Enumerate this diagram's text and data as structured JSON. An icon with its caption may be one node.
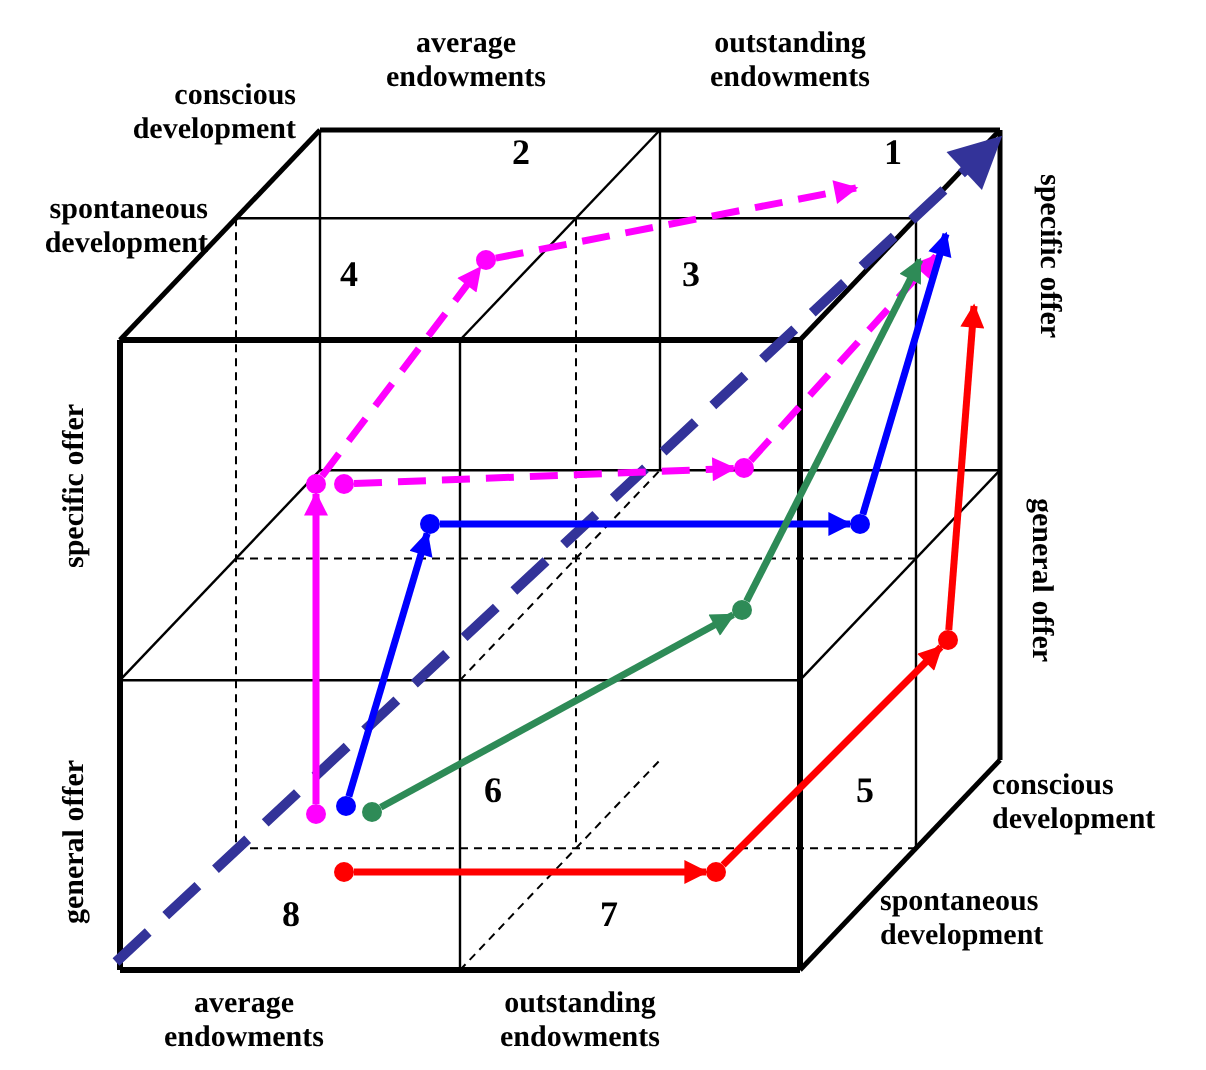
{
  "diagram": {
    "nodes": [
      {
        "text": [],
        "shape": "circle"
      },
      {
        "text": [],
        "shape": "circle"
      },
      {
        "text": [],
        "shape": "circle"
      },
      {
        "text": [],
        "shape": "circle"
      },
      {
        "text": [],
        "shape": "circle"
      },
      {
        "text": [],
        "shape": "circle"
      },
      {
        "text": [],
        "shape": "circle"
      },
      {
        "text": [],
        "shape": "circle"
      },
      {
        "text": [],
        "shape": "circle"
      },
      {
        "text": [],
        "shape": "circle"
      },
      {
        "text": [],
        "shape": "circle"
      },
      {
        "text": [],
        "shape": "circle"
      },
      {
        "text": [],
        "shape": "circle"
      }
    ],
    "edges": [
      {
        "from": 0,
        "to": 1,
        "arrow": "to",
        "color": "#ff00ff"
      },
      {
        "from": 1,
        "to": 3,
        "arrow": "to",
        "style": "dashed",
        "color": "#ff00ff"
      },
      {
        "from": 3,
        "to": null,
        "arrow": "to",
        "style": "dashed",
        "color": "#ff00ff"
      },
      {
        "from": 2,
        "to": 4,
        "arrow": "to",
        "style": "dashed",
        "color": "#ff00ff"
      },
      {
        "from": 4,
        "to": null,
        "arrow": "to",
        "style": "dashed",
        "color": "#ff00ff"
      },
      {
        "from": 5,
        "to": 6,
        "arrow": "to",
        "color": "#0000ff"
      },
      {
        "from": 6,
        "to": 7,
        "arrow": "to",
        "color": "#0000ff"
      },
      {
        "from": 7,
        "to": null,
        "arrow": "to",
        "color": "#0000ff"
      },
      {
        "from": 8,
        "to": 9,
        "arrow": "to",
        "color": "#2e8b57"
      },
      {
        "from": 9,
        "to": null,
        "arrow": "to",
        "color": "#2e8b57"
      },
      {
        "from": 10,
        "to": 11,
        "arrow": "to",
        "color": "#ff0000"
      },
      {
        "from": 11,
        "to": 12,
        "arrow": "to",
        "color": "#ff0000"
      },
      {
        "from": 12,
        "to": null,
        "arrow": "to",
        "color": "#ff0000"
      }
    ],
    "labels": [
      "average endowments",
      "outstanding endowments",
      "conscious development",
      "1",
      "2",
      "specific offer",
      "spontaneous development",
      "4",
      "3",
      "specific offer",
      "general offer",
      "general offer",
      "5",
      "6",
      "conscious development",
      "8",
      "7",
      "spontaneous development",
      "average endowments",
      "outstanding endowments"
    ]
  }
}
